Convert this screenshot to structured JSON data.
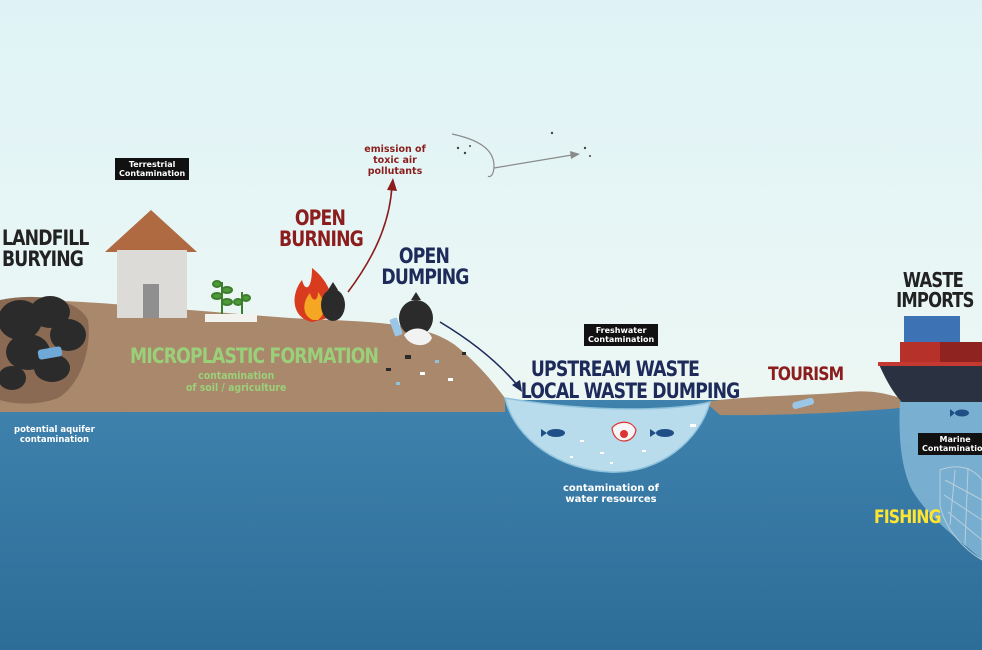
{
  "colors": {
    "sky": "#e9f6f7",
    "ground": "#a9886b",
    "sea": "#3577a2",
    "water_pocket": "#b9dcec",
    "dark_navy": "#1d2a5a",
    "dark_red": "#8b1d1d",
    "green_label": "#9bd07a",
    "yellow_label": "#ffe431"
  },
  "labels": {
    "landfill": [
      "LANDFILL",
      "BURYING"
    ],
    "terrestrial_tag": [
      "Terrestrial",
      "Contamination"
    ],
    "microplastic": "MICROPLASTIC FORMATION",
    "soil_contamination": [
      "contamination",
      "of soil / agriculture"
    ],
    "aquifer": [
      "potential aquifer",
      "contamination"
    ],
    "open_burning": [
      "OPEN",
      "BURNING"
    ],
    "emission": [
      "emission of",
      "toxic air",
      "pollutants"
    ],
    "open_dumping": [
      "OPEN",
      "DUMPING"
    ],
    "freshwater_tag": [
      "Freshwater",
      "Contamination"
    ],
    "upstream": [
      "UPSTREAM WASTE",
      "LOCAL WASTE DUMPING"
    ],
    "water_resources": [
      "contamination of",
      "water resources"
    ],
    "tourism": "TOURISM",
    "waste_imports": [
      "WASTE",
      "IMPORTS"
    ],
    "marine_tag": [
      "Marine",
      "Contamination"
    ],
    "fishing": "FISHING"
  }
}
